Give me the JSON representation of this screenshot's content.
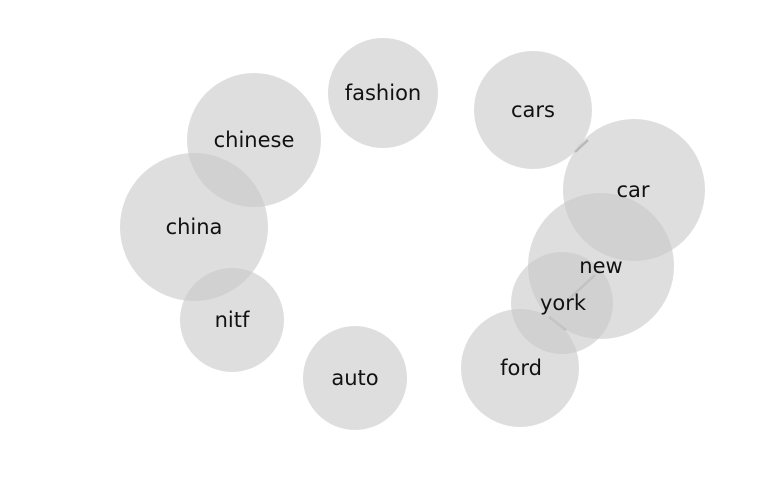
{
  "terms": [
    {
      "id": "fashion",
      "label": "fashion"
    },
    {
      "id": "cars",
      "label": "cars"
    },
    {
      "id": "chinese",
      "label": "chinese"
    },
    {
      "id": "car",
      "label": "car"
    },
    {
      "id": "china",
      "label": "china"
    },
    {
      "id": "new",
      "label": "new"
    },
    {
      "id": "york",
      "label": "york"
    },
    {
      "id": "nitf",
      "label": "nitf"
    },
    {
      "id": "ford",
      "label": "ford"
    },
    {
      "id": "auto",
      "label": "auto"
    }
  ],
  "links": [
    {
      "from": "cars",
      "to": "car"
    },
    {
      "from": "new",
      "to": "york"
    },
    {
      "from": "york",
      "to": "ford"
    }
  ]
}
